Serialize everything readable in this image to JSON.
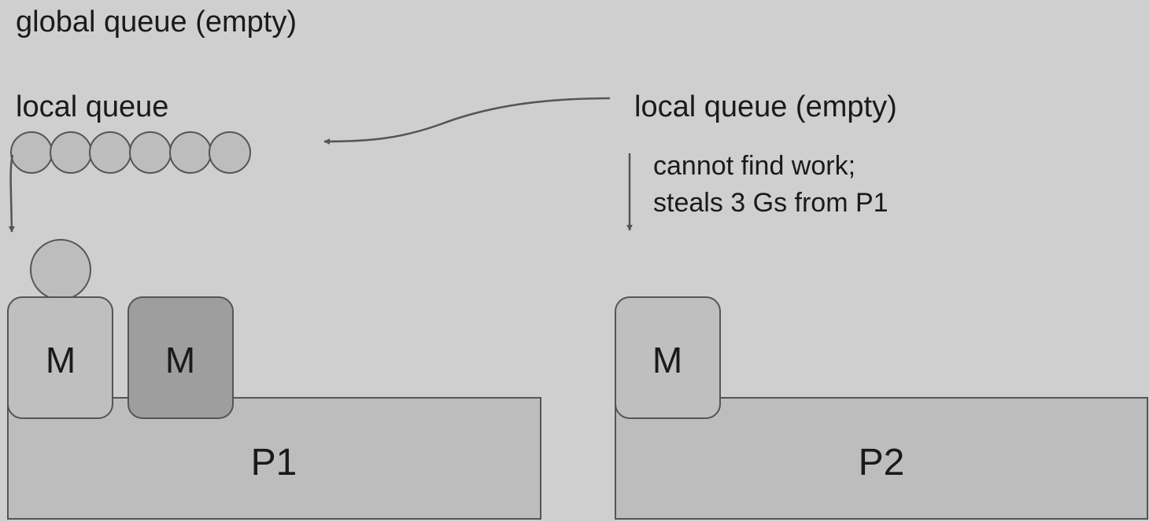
{
  "labels": {
    "global_queue": "global queue (empty)",
    "p1_local_queue": "local queue",
    "p2_local_queue": "local queue (empty)",
    "note_line1": "cannot find work;",
    "note_line2": "steals 3 Gs from P1"
  },
  "processors": [
    {
      "name": "P1"
    },
    {
      "name": "P2"
    }
  ],
  "machines": [
    {
      "label": "M",
      "state": "running"
    },
    {
      "label": "M",
      "state": "idle"
    },
    {
      "label": "M",
      "state": "spinning"
    }
  ],
  "p1_queue": {
    "goroutine_count": 6
  },
  "colors": {
    "background": "#cfcfcf",
    "processor_fill": "#bdbdbd",
    "machine_fill": "#bfbfbf",
    "machine_dark_fill": "#9e9e9e",
    "goroutine_fill": "#bdbdbd",
    "stroke": "#555555",
    "text": "#1a1a1a"
  }
}
